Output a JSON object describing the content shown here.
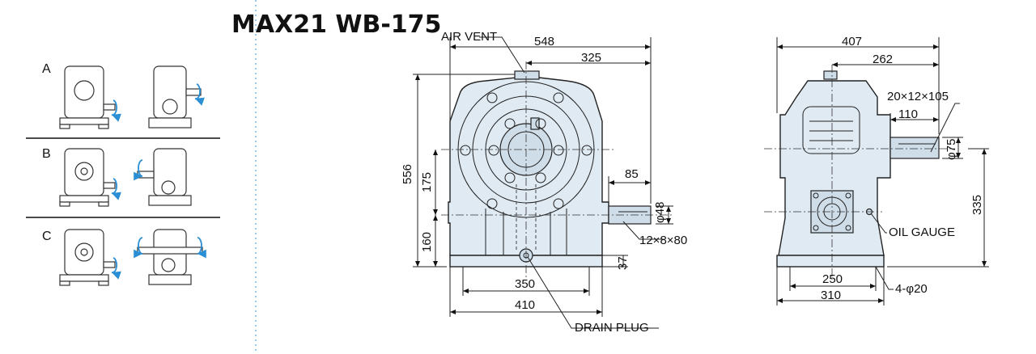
{
  "title": "MAX21 WB-175",
  "mount_labels": [
    "A",
    "B",
    "C"
  ],
  "callouts": {
    "air_vent": "AIR VENT",
    "drain_plug": "DRAIN PLUG",
    "oil_gauge": "OIL GAUGE"
  },
  "front_dims": {
    "overall_width": "548",
    "half_width": "325",
    "height": "556",
    "upper_height": "175",
    "shaft_height": "160",
    "shaft_length": "85",
    "shaft_dia": "φ48",
    "keyway": "12×8×80",
    "base_thickness": "37",
    "bolt_pitch": "350",
    "base_width": "410"
  },
  "side_dims": {
    "overall_width": "407",
    "half_width": "262",
    "keyway": "20×12×105",
    "shaft_length": "110",
    "shaft_dia": "φ75",
    "shaft_height": "335",
    "bolt_pitch": "250",
    "base_width": "310",
    "bolt_holes": "4-φ20"
  },
  "colors": {
    "body_fill": "#dfeaf3",
    "rotation_arrow": "#2a8fd4",
    "separator_dotted": "#7fb6e0"
  },
  "icons": [
    "gearbox-mounting-icon",
    "rotation-arrow-icon"
  ]
}
